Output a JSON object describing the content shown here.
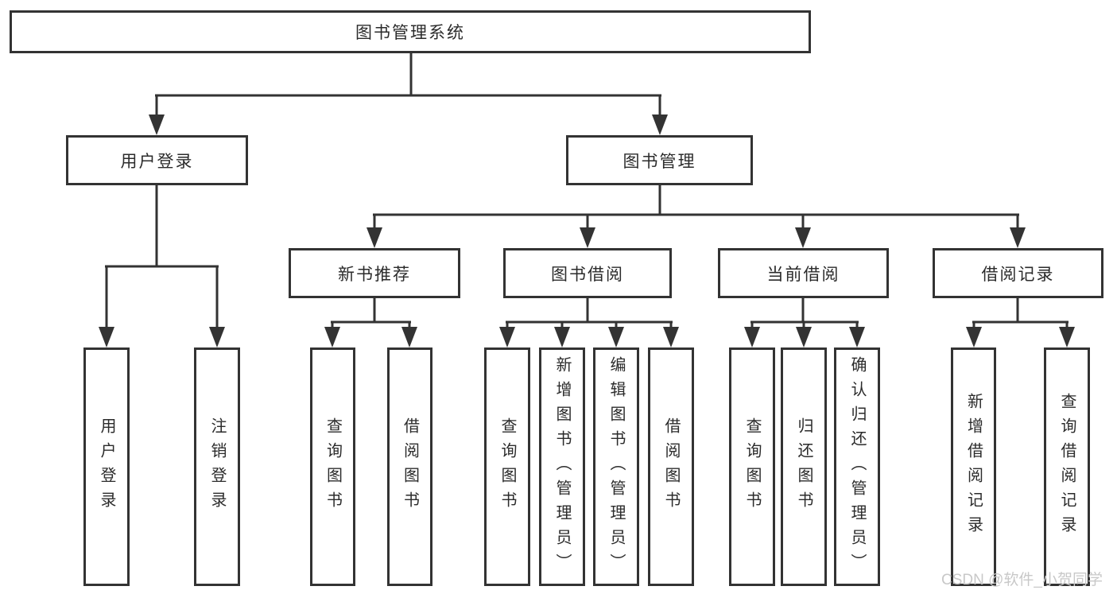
{
  "diagram": {
    "root": {
      "label": "图书管理系统"
    },
    "children": [
      {
        "label": "用户登录",
        "children": [
          {
            "label": "用户登录"
          },
          {
            "label": "注销登录"
          }
        ]
      },
      {
        "label": "图书管理",
        "children": [
          {
            "label": "新书推荐",
            "children": [
              {
                "label": "查询图书"
              },
              {
                "label": "借阅图书"
              }
            ]
          },
          {
            "label": "图书借阅",
            "children": [
              {
                "label": "查询图书"
              },
              {
                "label": "新增图书（管理员）"
              },
              {
                "label": "编辑图书（管理员）"
              },
              {
                "label": "借阅图书"
              }
            ]
          },
          {
            "label": "当前借阅",
            "children": [
              {
                "label": "查询图书"
              },
              {
                "label": "归还图书"
              },
              {
                "label": "确认归还（管理员）"
              }
            ]
          },
          {
            "label": "借阅记录",
            "children": [
              {
                "label": "新增借阅记录"
              },
              {
                "label": "查询借阅记录"
              }
            ]
          }
        ]
      }
    ],
    "watermark": "CSDN @软件_小贺同学",
    "colors": {
      "line": "#333333",
      "text": "#2b2b2b",
      "box_background": "#ffffff",
      "page_background": "#ffffff",
      "watermark": "#c8c8c8"
    }
  }
}
